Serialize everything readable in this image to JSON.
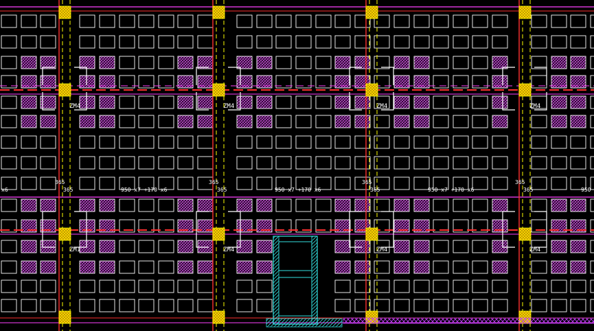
{
  "drawing": {
    "background": "#000000",
    "colors": {
      "grid_block": "#ffffff",
      "hatch_fill": "#b040c0",
      "column_fill": "#ffd700",
      "column_outline": "#ffff00",
      "axis_red": "#ff2020",
      "axis_magenta": "#ff40ff",
      "beam_line": "#ff3030",
      "dim_line": "#ff40ff",
      "stair": "#33e0e0",
      "bottom_hatch": "#c040ff"
    },
    "dimension_texts": {
      "left_edge": "x6",
      "d365": "365",
      "span": "950 x7 +170 x6",
      "right_edge": "950"
    },
    "column_labels": {
      "zm4": "ZM4",
      "zm1": "ZM1"
    }
  }
}
